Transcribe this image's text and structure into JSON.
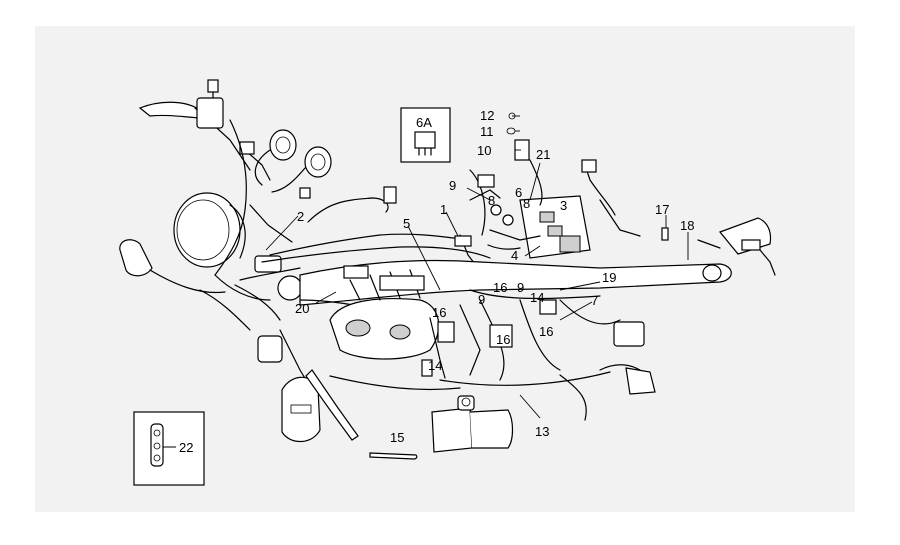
{
  "part_labels": {
    "p1": "1",
    "p2": "2",
    "p3": "3",
    "p4": "4",
    "p5": "5",
    "p6": "6",
    "p6a": "6A",
    "p7": "7",
    "p8a": "8",
    "p8b": "8",
    "p9a": "9",
    "p9b": "9",
    "p9c": "9",
    "p10": "10",
    "p11": "11",
    "p12": "12",
    "p13": "13",
    "p14a": "14",
    "p14b": "14",
    "p15": "15",
    "p16a": "16",
    "p16b": "16",
    "p16c": "16",
    "p16d": "16",
    "p17": "17",
    "p18": "18",
    "p19": "19",
    "p20": "20",
    "p21": "21",
    "p22": "22"
  }
}
